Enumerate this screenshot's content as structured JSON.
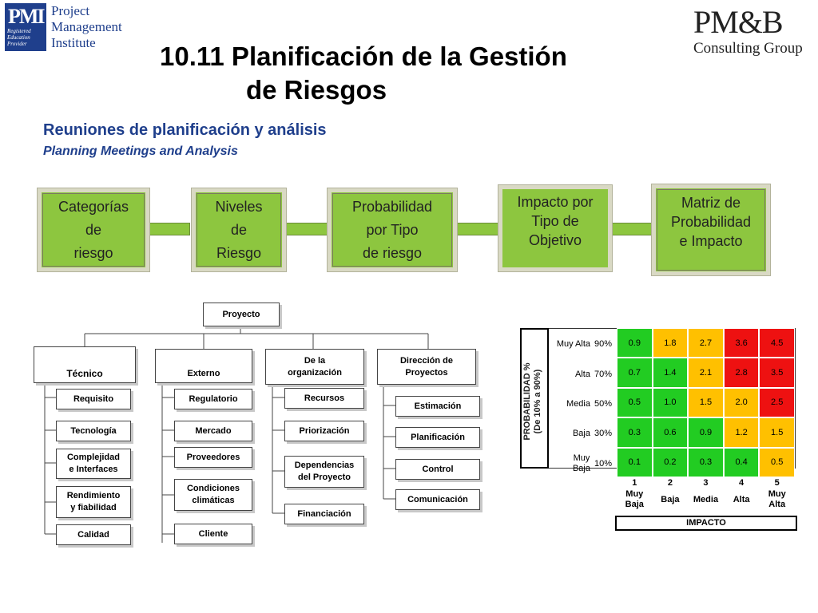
{
  "logo_pmi": {
    "mark": "PMI",
    "badge": "Registered\nEducation\nProvider",
    "lines": [
      "Project",
      "Management",
      "Institute"
    ]
  },
  "logo_pmb": {
    "title": "PM&B",
    "subtitle": "Consulting Group"
  },
  "title": {
    "line1": "10.11 Planificación de la Gestión",
    "line2": "de Riesgos"
  },
  "subtitle": {
    "es": "Reuniones de planificación y análisis",
    "en": "Planning Meetings and Analysis"
  },
  "process": [
    "Categorías\nde\nriesgo",
    "Niveles\nde\nRiesgo",
    "Probabilidad\npor Tipo\nde riesgo",
    "Impacto por\nTipo de\nObjetivo",
    "Matriz de\nProbabilidad\ne Impacto"
  ],
  "tree": {
    "root": "Proyecto",
    "categories": [
      {
        "name": "Técnico",
        "items": [
          "Requisito",
          "Tecnología",
          "Complejidad\ne Interfaces",
          "Rendimiento\ny fiabilidad",
          "Calidad"
        ]
      },
      {
        "name": "Externo",
        "items": [
          "Regulatorio",
          "Mercado",
          "Proveedores",
          "Condiciones\nclimáticas",
          "Cliente"
        ]
      },
      {
        "name": "De la\norganización",
        "items": [
          "Recursos",
          "Priorización",
          "Dependencias\ndel Proyecto",
          "Financiación"
        ]
      },
      {
        "name": "Dirección de\nProyectos",
        "items": [
          "Estimación",
          "Planificación",
          "Control",
          "Comunicación"
        ]
      }
    ]
  },
  "matrix": {
    "y_axis_title": "PROBABILIDAD %\n(De 10% a 90%)",
    "x_axis_title": "IMPACTO",
    "rows": [
      {
        "label": "Muy Alta",
        "pct": "90%",
        "values": [
          "0.9",
          "1.8",
          "2.7",
          "3.6",
          "4.5"
        ]
      },
      {
        "label": "Alta",
        "pct": "70%",
        "values": [
          "0.7",
          "1.4",
          "2.1",
          "2.8",
          "3.5"
        ]
      },
      {
        "label": "Media",
        "pct": "50%",
        "values": [
          "0.5",
          "1.0",
          "1.5",
          "2.0",
          "2.5"
        ]
      },
      {
        "label": "Baja",
        "pct": "30%",
        "values": [
          "0.3",
          "0.6",
          "0.9",
          "1.2",
          "1.5"
        ]
      },
      {
        "label": "Muy\nBaja",
        "pct": "10%",
        "values": [
          "0.1",
          "0.2",
          "0.3",
          "0.4",
          "0.5"
        ]
      }
    ],
    "columns": [
      {
        "num": "1",
        "label": "Muy\nBaja"
      },
      {
        "num": "2",
        "label": "Baja"
      },
      {
        "num": "3",
        "label": "Media"
      },
      {
        "num": "4",
        "label": "Alta"
      },
      {
        "num": "5",
        "label": "Muy\nAlta"
      }
    ],
    "colors": {
      "green": "#22cc22",
      "yellow": "#ffc000",
      "red": "#ee1111"
    },
    "cell_colors": [
      [
        "green",
        "yellow",
        "yellow",
        "red",
        "red"
      ],
      [
        "green",
        "green",
        "yellow",
        "red",
        "red"
      ],
      [
        "green",
        "green",
        "yellow",
        "yellow",
        "red"
      ],
      [
        "green",
        "green",
        "green",
        "yellow",
        "yellow"
      ],
      [
        "green",
        "green",
        "green",
        "green",
        "yellow"
      ]
    ]
  }
}
